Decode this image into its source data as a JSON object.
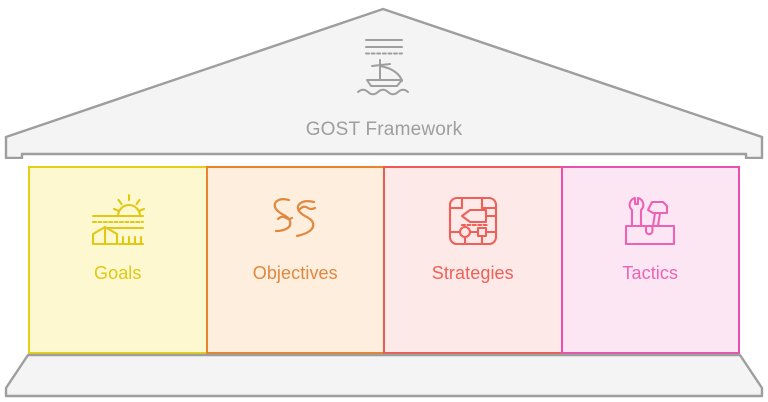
{
  "diagram": {
    "type": "greek-temple-framework",
    "title": "GOST Framework",
    "header_icon": "sailboat-with-lines-icon",
    "colors": {
      "structure_fill": "#f4f4f4",
      "structure_stroke": "#9e9e9e",
      "title_text": "#9e9e9e"
    },
    "columns": [
      {
        "key": "goals",
        "label": "Goals",
        "icon": "sunrise-farm-icon",
        "fill": "#fdf8cf",
        "stroke": "#e5d015",
        "text": "#e0c813"
      },
      {
        "key": "objectives",
        "label": "Objectives",
        "icon": "winding-river-icon",
        "fill": "#fdeede",
        "stroke": "#e8842a",
        "text": "#e0883d"
      },
      {
        "key": "strategies",
        "label": "Strategies",
        "icon": "flowchart-network-icon",
        "fill": "#fde9e7",
        "stroke": "#ef5a52",
        "text": "#ef6058"
      },
      {
        "key": "tactics",
        "label": "Tactics",
        "icon": "toolbox-wrench-hammer-icon",
        "fill": "#fde6f3",
        "stroke": "#ea4fae",
        "text": "#ed63b4"
      }
    ]
  }
}
